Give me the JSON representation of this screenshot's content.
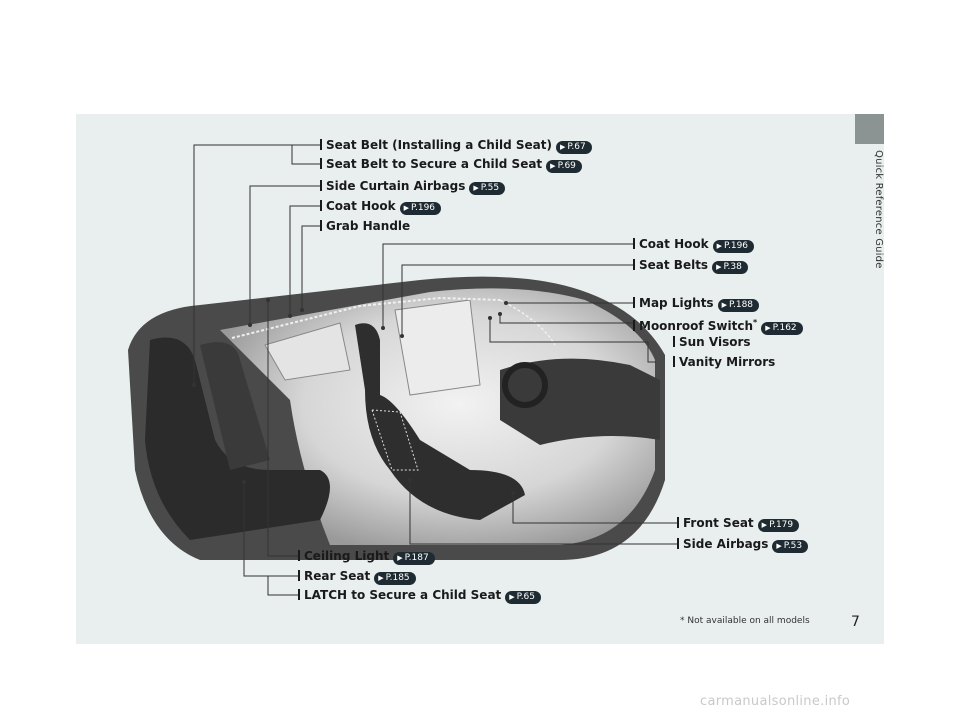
{
  "section_title": "Quick Reference Guide",
  "page_number": "7",
  "footnote": "* Not available on all models",
  "watermark": "carmanualsonline.info",
  "labels": {
    "seat_belt_installing": {
      "text": "Seat Belt (Installing a Child Seat)",
      "ref": "P.67"
    },
    "seat_belt_secure": {
      "text": "Seat Belt to Secure a Child Seat",
      "ref": "P.69"
    },
    "side_curtain": {
      "text": "Side Curtain Airbags",
      "ref": "P.55"
    },
    "coat_hook_left": {
      "text": "Coat Hook",
      "ref": "P.196"
    },
    "grab_handle": {
      "text": "Grab Handle"
    },
    "coat_hook_right": {
      "text": "Coat Hook",
      "ref": "P.196"
    },
    "seat_belts": {
      "text": "Seat Belts",
      "ref": "P.38"
    },
    "map_lights": {
      "text": "Map Lights",
      "ref": "P.188"
    },
    "moonroof": {
      "text": "Moonroof Switch",
      "ast": "*",
      "ref": "P.162"
    },
    "sun_visors": {
      "text": "Sun Visors"
    },
    "vanity_mirrors": {
      "text": "Vanity Mirrors"
    },
    "front_seat": {
      "text": "Front Seat",
      "ref": "P.179"
    },
    "side_airbags": {
      "text": "Side Airbags",
      "ref": "P.53"
    },
    "ceiling_light": {
      "text": "Ceiling Light",
      "ref": "P.187"
    },
    "rear_seat": {
      "text": "Rear Seat",
      "ref": "P.185"
    },
    "latch": {
      "text": "LATCH to Secure a Child Seat",
      "ref": "P.65"
    }
  }
}
